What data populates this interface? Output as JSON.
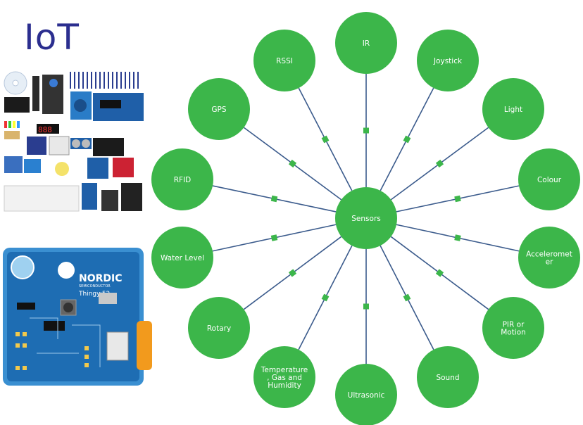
{
  "title": "IoT",
  "diagram": {
    "center": "Sensors",
    "nodes": [
      {
        "label": "IR"
      },
      {
        "label": "Joystick"
      },
      {
        "label": "Light"
      },
      {
        "label": "Colour"
      },
      {
        "label": "Accelerometer"
      },
      {
        "label": "PIR or Motion"
      },
      {
        "label": "Sound"
      },
      {
        "label": "Ultrasonic"
      },
      {
        "label": "Temperature, Gas and Humidity"
      },
      {
        "label": "Rotary"
      },
      {
        "label": "Water Level"
      },
      {
        "label": "RFID"
      },
      {
        "label": "GPS"
      },
      {
        "label": "RSSI"
      }
    ]
  },
  "colors": {
    "node_fill": "#3cb64a",
    "connector": "#3b5b8c",
    "title": "#2b2e8f"
  },
  "images": {
    "kit": "arduino-sensor-kit-photo",
    "board": "nordic-thingy52-board-photo",
    "board_text": [
      "NORDIC",
      "SEMICONDUCTOR",
      "Thingy:52"
    ]
  }
}
